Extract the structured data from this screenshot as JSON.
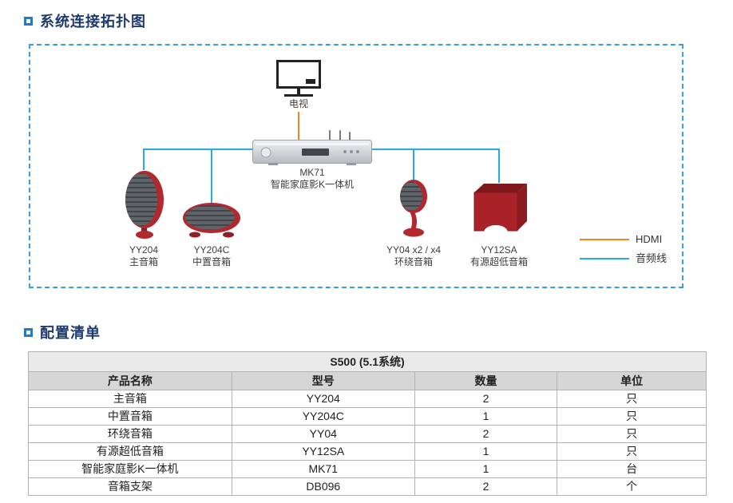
{
  "topology_section": {
    "title": "系统连接拓扑图",
    "tv": {
      "label": "电视"
    },
    "receiver": {
      "model": "MK71",
      "name": "智能家庭影K一体机"
    },
    "speakers": {
      "main": {
        "model": "YY204",
        "name": "主音箱"
      },
      "center": {
        "model": "YY204C",
        "name": "中置音箱"
      },
      "surround": {
        "model": "YY04 x2 / x4",
        "name": "环绕音箱"
      },
      "subwoofer": {
        "model": "YY12SA",
        "name": "有源超低音箱"
      }
    },
    "legend": {
      "hdmi": {
        "label": "HDMI",
        "color": "#f5821f"
      },
      "audio": {
        "label": "音频线",
        "color": "#29abe2"
      }
    }
  },
  "config_section": {
    "title": "配置清单",
    "table": {
      "title": "S500 (5.1系统)",
      "headers": [
        "产品名称",
        "型号",
        "数量",
        "单位"
      ],
      "rows": [
        [
          "主音箱",
          "YY204",
          "2",
          "只"
        ],
        [
          "中置音箱",
          "YY204C",
          "1",
          "只"
        ],
        [
          "环绕音箱",
          "YY04",
          "2",
          "只"
        ],
        [
          "有源超低音箱",
          "YY12SA",
          "1",
          "只"
        ],
        [
          "智能家庭影K一体机",
          "MK71",
          "1",
          "台"
        ],
        [
          "音箱支架",
          "DB096",
          "2",
          "个"
        ]
      ]
    }
  }
}
